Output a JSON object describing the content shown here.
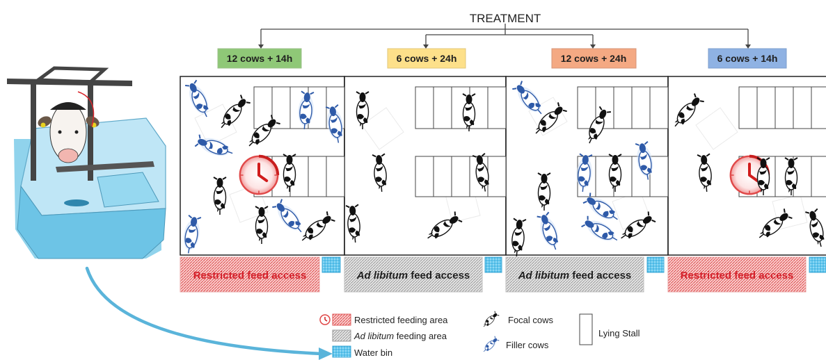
{
  "title": "TREATMENT",
  "treatments": [
    {
      "label": "12 cows + 14h",
      "color": "#8fc877",
      "feed_label_em": "",
      "feed_label": "Restricted feed access",
      "restricted": true
    },
    {
      "label": "6 cows + 24h",
      "color": "#fde08a",
      "feed_label_em": "Ad libitum",
      "feed_label": " feed access",
      "restricted": false
    },
    {
      "label": "12 cows + 24h",
      "color": "#f4a983",
      "feed_label_em": "Ad libitum",
      "feed_label": " feed access",
      "restricted": false
    },
    {
      "label": "6 cows + 14h",
      "color": "#8fb2e3",
      "feed_label_em": "",
      "feed_label": "Restricted feed access",
      "restricted": true
    }
  ],
  "legend": {
    "restricted_area": "Restricted feeding area",
    "adlib_area_em": "Ad libitum",
    "adlib_area": " feeding area",
    "water_bin": "Water bin",
    "focal_cows": "Focal cows",
    "filler_cows": "Filler cows",
    "lying_stall": "Lying Stall"
  },
  "colors": {
    "restricted_text": "#d4202a",
    "restricted_fill": "#f6b3b3",
    "adlib_fill": "#d6d6d6",
    "water": "#5bc2ea",
    "arrow": "#5ab4da",
    "filler_cow": "#2e5aa8",
    "focal_cow": "#111111",
    "feeder_blue": "#7fd0ee"
  }
}
